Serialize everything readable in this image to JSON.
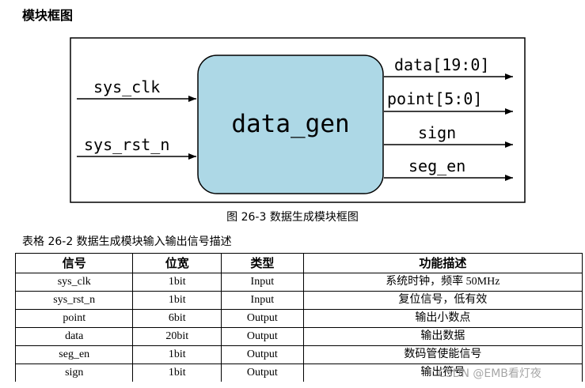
{
  "section_heading": "模块框图",
  "diagram": {
    "module_name": "data_gen",
    "inputs": [
      "sys_clk",
      "sys_rst_n"
    ],
    "outputs": [
      "data[19:0]",
      "point[5:0]",
      "sign",
      "seg_en"
    ],
    "module_fill": "#add8e6"
  },
  "figure_caption": "图 26-3  数据生成模块框图",
  "table_title": "表格 26-2  数据生成模块输入输出信号描述",
  "table": {
    "headers": [
      "信号",
      "位宽",
      "类型",
      "功能描述"
    ],
    "rows": [
      [
        "sys_clk",
        "1bit",
        "Input",
        "系统时钟，频率 50MHz"
      ],
      [
        "sys_rst_n",
        "1bit",
        "Input",
        "复位信号，低有效"
      ],
      [
        "point",
        "6bit",
        "Output",
        "输出小数点"
      ],
      [
        "data",
        "20bit",
        "Output",
        "输出数据"
      ],
      [
        "seg_en",
        "1bit",
        "Output",
        "数码管使能信号"
      ],
      [
        "sign",
        "1bit",
        "Output",
        "输出符号"
      ]
    ]
  },
  "watermark": "CSDN @EMB看灯夜"
}
